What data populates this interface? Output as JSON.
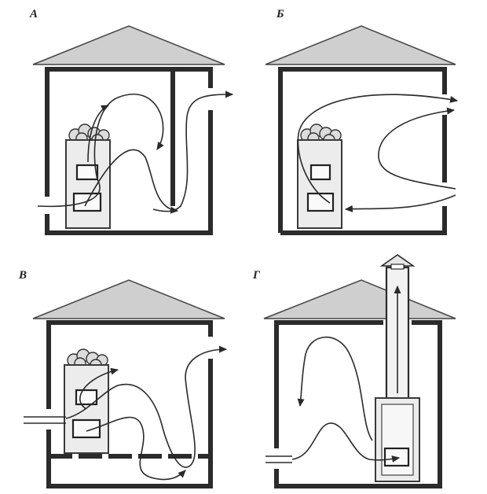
{
  "panels": [
    {
      "id": "a",
      "label": "А"
    },
    {
      "id": "b",
      "label": "Б"
    },
    {
      "id": "v",
      "label": "В"
    },
    {
      "id": "g",
      "label": "Г"
    }
  ],
  "colors": {
    "ink": "#2b2b2b",
    "roof": "#cfcfcf",
    "stove": "#ececec",
    "background": "#ffffff"
  },
  "icons": [
    "arrow-head-icon"
  ]
}
